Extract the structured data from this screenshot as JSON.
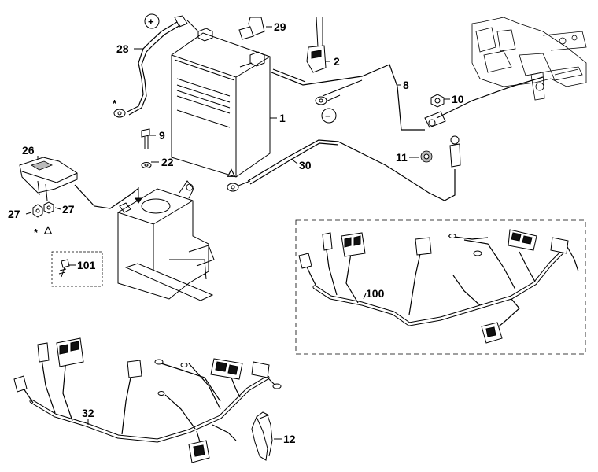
{
  "labels": {
    "p1": "1",
    "p2": "2",
    "p8": "8",
    "p9": "9",
    "p10": "10",
    "p11": "11",
    "p12": "12",
    "p22": "22",
    "p26": "26",
    "p27a": "27",
    "p27b": "27",
    "p28": "28",
    "p29": "29",
    "p30": "30",
    "p32": "32",
    "p100": "100",
    "p101": "101"
  },
  "symbols": {
    "plus": "+",
    "minus": "−",
    "asterisk_top": "*",
    "asterisk_bottom": "*",
    "triangle_left": "△",
    "triangle_mid": "△"
  }
}
